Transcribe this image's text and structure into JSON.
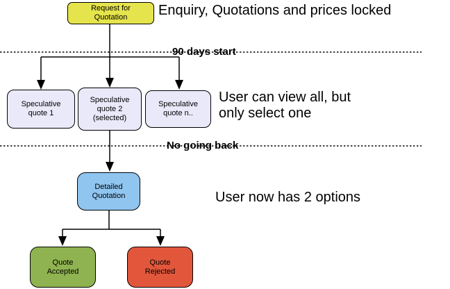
{
  "diagram": {
    "top_note": "Enquiry, Quotations and prices locked",
    "nodes": {
      "rfq": {
        "label": "Request for\nQuotation",
        "color": "#e5e44c"
      },
      "spec1": {
        "label": "Speculative\nquote 1",
        "color": "#e9e9fa"
      },
      "spec2": {
        "label": "Speculative\nquote 2\n(selected)",
        "color": "#e9e9fa"
      },
      "spec3": {
        "label": "Speculative\nquote n..",
        "color": "#e9e9fa"
      },
      "detailed": {
        "label": "Detailed\nQuotation",
        "color": "#90c5f0"
      },
      "accepted": {
        "label": "Quote\nAccepted",
        "color": "#8fb350"
      },
      "rejected": {
        "label": "Quote\nRejected",
        "color": "#e2573c"
      }
    },
    "phase_lines": {
      "line1_label": "90 days start",
      "line2_label": "No going back"
    },
    "annotations": {
      "view_note": "User can view all, but\nonly select one",
      "options_note": "User now has 2 options"
    },
    "line_color": "#000000"
  }
}
